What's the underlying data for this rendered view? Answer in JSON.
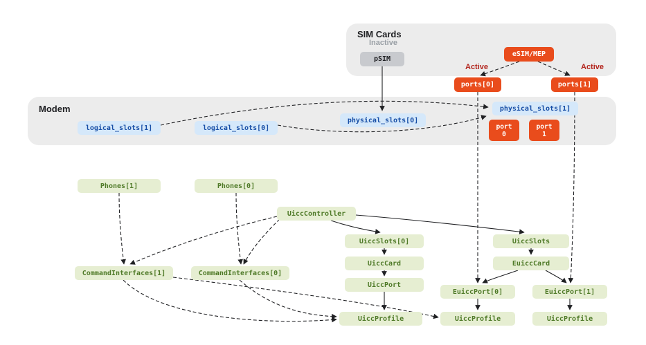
{
  "sim_cards": {
    "title": "SIM Cards",
    "inactive_label": "Inactive",
    "active_left_label": "Active",
    "active_right_label": "Active",
    "psim": "pSIM",
    "esim_mep": "eSIM/MEP",
    "ports0": "ports[0]",
    "ports1": "ports[1]"
  },
  "modem": {
    "title": "Modem",
    "logical_slots1": "logical_slots[1]",
    "logical_slots0": "logical_slots[0]",
    "physical_slots0": "physical_slots[0]",
    "physical_slots1": "physical_slots[1]",
    "port0": {
      "line1": "port",
      "line2": "0"
    },
    "port1": {
      "line1": "port",
      "line2": "1"
    }
  },
  "framework": {
    "phones1": "Phones[1]",
    "phones0": "Phones[0]",
    "uicc_controller": "UiccController",
    "uicc_slots0": "UiccSlots[0]",
    "uicc_slots": "UiccSlots",
    "uicc_card": "UiccCard",
    "euicc_card": "EuiccCard",
    "uicc_port": "UiccPort",
    "command_interfaces1": "CommandInterfaces[1]",
    "command_interfaces0": "CommandInterfaces[0]",
    "euicc_port0": "EuiccPort[0]",
    "euicc_port1": "EuiccPort[1]",
    "uicc_profile_center": "UiccProfile",
    "uicc_profile_mid": "UiccProfile",
    "uicc_profile_right": "UiccProfile"
  },
  "colors": {
    "band_bg": "#ececec",
    "blue_node_bg": "#d5e8fa",
    "blue_node_text": "#174ea6",
    "green_node_bg": "#e6eed2",
    "green_node_text": "#4f7a28",
    "orange_node_bg": "#e94c1c",
    "gray_node_bg": "#c8cace",
    "inactive_text": "#9aa0a6",
    "active_text": "#b3261e",
    "edge_stroke": "#202124"
  }
}
